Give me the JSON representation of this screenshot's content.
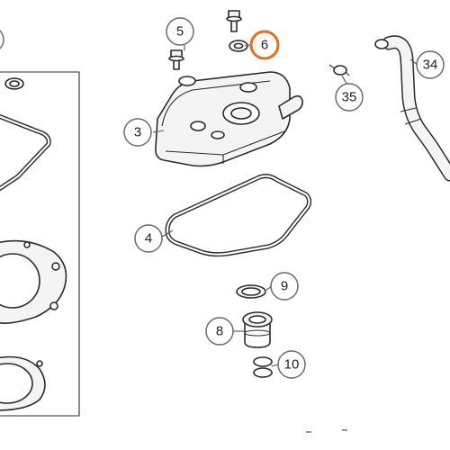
{
  "accent_color": "#e07020",
  "callouts": {
    "c3": "3",
    "c4": "4",
    "c5": "5",
    "c6": "6",
    "c8": "8",
    "c9": "9",
    "c10": "10",
    "c34": "34",
    "c35": "35",
    "c_edge": "5"
  }
}
